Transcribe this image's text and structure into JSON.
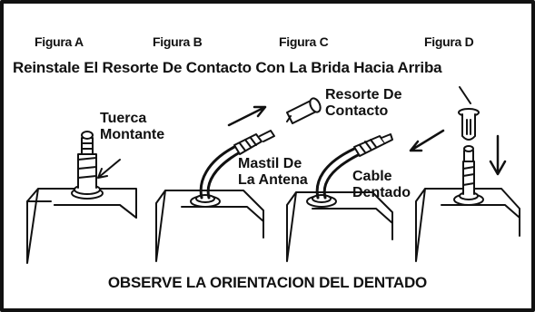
{
  "figures": {
    "a": "Figura A",
    "b": "Figura B",
    "c": "Figura C",
    "d": "Figura D"
  },
  "headline": "Reinstale El Resorte De Contacto Con La Brida Hacia Arriba",
  "callouts": {
    "tuerca_1": "Tuerca",
    "tuerca_2": "Montante",
    "mastil_1": "Mastil De",
    "mastil_2": "La Antena",
    "resorte_1": "Resorte De",
    "resorte_2": "Contacto",
    "cable_1": "Cable",
    "cable_2": "Dentado"
  },
  "footer": "OBSERVE LA ORIENTACION DEL DENTADO",
  "colors": {
    "ink": "#111111",
    "paper": "#ffffff"
  }
}
